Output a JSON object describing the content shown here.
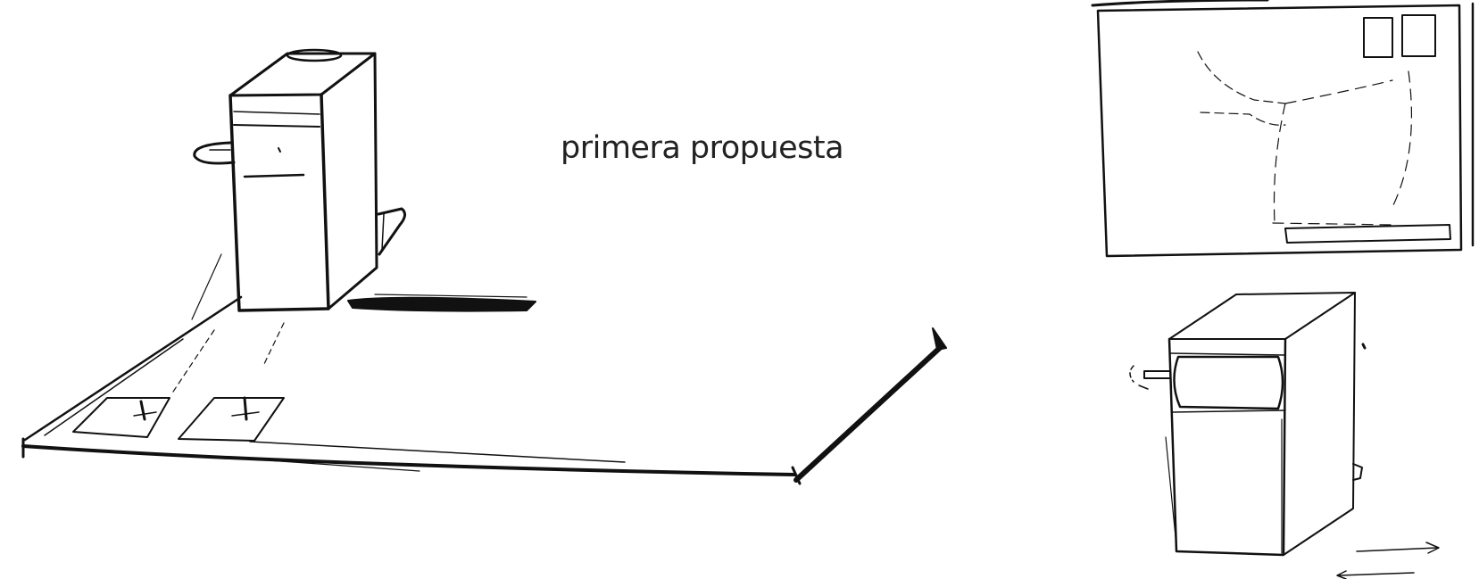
{
  "caption": "primera propuesta",
  "colors": {
    "ink": "#111111",
    "background": "#ffffff",
    "caption_text": "#222222"
  },
  "sketches": [
    "coffee-machine-on-platform-sketch",
    "wall-panel-sketch",
    "coffee-machine-front-sketch"
  ]
}
